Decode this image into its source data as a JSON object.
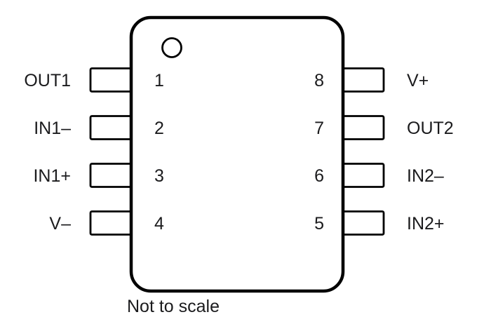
{
  "diagram": {
    "type": "ic-pinout",
    "package_pin_count": 8,
    "caption": "Not to scale",
    "pins_left": [
      {
        "number": "1",
        "label": "OUT1"
      },
      {
        "number": "2",
        "label": "IN1–"
      },
      {
        "number": "3",
        "label": "IN1+"
      },
      {
        "number": "4",
        "label": "V–"
      }
    ],
    "pins_right": [
      {
        "number": "8",
        "label": "V+"
      },
      {
        "number": "7",
        "label": "OUT2"
      },
      {
        "number": "6",
        "label": "IN2–"
      },
      {
        "number": "5",
        "label": "IN2+"
      }
    ],
    "colors": {
      "background": "#ffffff",
      "line": "#000000",
      "text": "#1b1b1d"
    }
  }
}
